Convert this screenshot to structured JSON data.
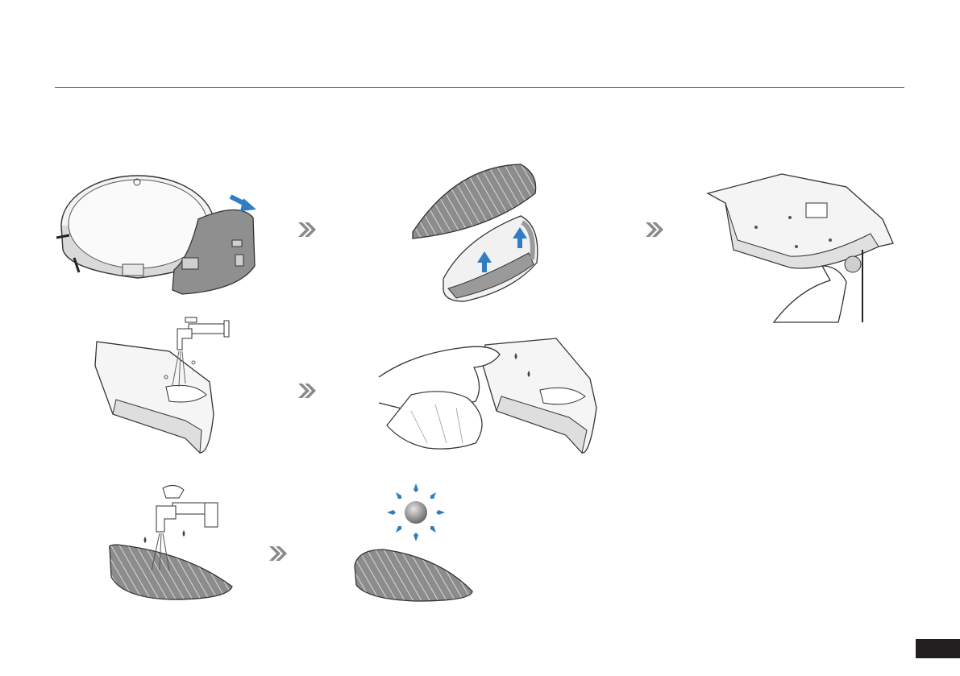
{
  "manual": {
    "header_rule_color": "#2c80b9",
    "arrow_color": "#2f7dc2",
    "chevron_color": "#8a8a8a",
    "page_tab_color": "#231f20",
    "rows": [
      {
        "steps": [
          {
            "illustration": "robot-with-water-tank-removal",
            "action_arrow": "blue-arrow-icon"
          },
          {
            "illustration": "mop-pad-detached-from-tank",
            "action_arrow": "blue-up-arrows-icon"
          },
          {
            "illustration": "tank-underside-hand-opening-plug"
          }
        ]
      },
      {
        "steps": [
          {
            "illustration": "tank-rinsed-under-faucet"
          },
          {
            "illustration": "tank-wiped-with-cloth"
          }
        ]
      },
      {
        "steps": [
          {
            "illustration": "mop-pad-washed-under-faucet"
          },
          {
            "illustration": "mop-pad-dried-in-sun"
          }
        ]
      }
    ]
  }
}
